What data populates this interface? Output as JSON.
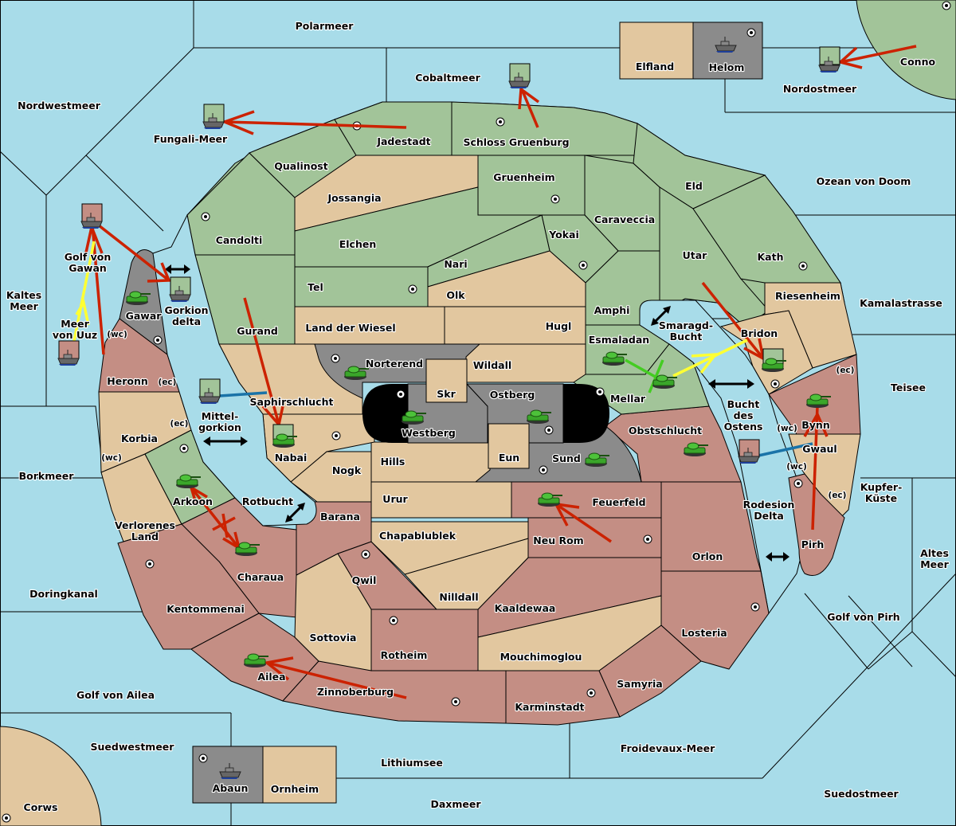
{
  "map_title": "Diplomacy variant map",
  "colors": {
    "sea": "#a8dce9",
    "power_green": "#a2c499",
    "power_red": "#c48e84",
    "neutral_tan": "#e2c79f",
    "impassable_gray": "#8b8b8b",
    "order_move": "#cc2200",
    "order_support": "#ffff33",
    "order_green": "#44cc22",
    "order_convoy": "#1a73a8"
  },
  "sea_regions": {
    "polarmeer": "Polarmeer",
    "cobaltmeer": "Cobaltmeer",
    "nordwestmeer": "Nordwestmeer",
    "fungali": "Fungali-Meer",
    "nordostmeer": "Nordostmeer",
    "ozean_doom": "Ozean von Doom",
    "golf_gawan_1": "Golf von",
    "golf_gawan_2": "Gawan",
    "kaltes_1": "Kaltes",
    "kaltes_2": "Meer",
    "uuz_1": "Meer",
    "uuz_2": "von Uuz",
    "gorkion_1": "Gorkion",
    "gorkion_2": "delta",
    "mittel_1": "Mittel-",
    "mittel_2": "gorkion",
    "rotbucht": "Rotbucht",
    "borkmeer": "Borkmeer",
    "doringkanal": "Doringkanal",
    "golf_ailea": "Golf von Ailea",
    "suedwestmeer": "Suedwestmeer",
    "lithiumsee": "Lithiumsee",
    "daxmeer": "Daxmeer",
    "froidevaux": "Froidevaux-Meer",
    "suedostmeer": "Suedostmeer",
    "golf_pirh": "Golf von Pirh",
    "altes_1": "Altes",
    "altes_2": "Meer",
    "kupfer_1": "Kupfer-",
    "kupfer_2": "Küste",
    "teisee": "Teisee",
    "kamalastrasse": "Kamalastrasse",
    "smaragd_1": "Smaragd-",
    "smaragd_2": "Bucht",
    "bucht_1": "Bucht",
    "bucht_2": "des",
    "bucht_3": "Ostens",
    "rodesion_1": "Rodesion",
    "rodesion_2": "Delta"
  },
  "land_regions": {
    "elfland": "Elfland",
    "helom": "Helom",
    "conno": "Conno",
    "jadestadt": "Jadestadt",
    "schloss": "Schloss Gruenburg",
    "qualinost": "Qualinost",
    "jossangia": "Jossangia",
    "gruenheim": "Gruenheim",
    "eld": "Eld",
    "caraveccia": "Caraveccia",
    "candolti": "Candolti",
    "elchen": "Elchen",
    "yokai": "Yokai",
    "nari": "Nari",
    "utar": "Utar",
    "kath": "Kath",
    "tel": "Tel",
    "olk": "Olk",
    "amphi": "Amphi",
    "riesenheim": "Riesenheim",
    "gawar": "Gawar",
    "gurand": "Gurand",
    "land_wiesel": "Land der Wiesel",
    "hugl": "Hugl",
    "esmaladan": "Esmaladan",
    "bridon": "Bridon",
    "heronn": "Heronn",
    "norterend": "Norterend",
    "wildall": "Wildall",
    "skr": "Skr",
    "ostberg": "Ostberg",
    "mellar": "Mellar",
    "saphir": "Saphirschlucht",
    "westberg": "Westberg",
    "korbia": "Korbia",
    "nabai": "Nabai",
    "hills": "Hills",
    "eun": "Eun",
    "sund": "Sund",
    "obstschlucht": "Obstschlucht",
    "bynn": "Bynn",
    "gwaul": "Gwaul",
    "nogk": "Nogk",
    "arkoon": "Arkoon",
    "urur": "Urur",
    "feuerfeld": "Feuerfeld",
    "verlorenes_1": "Verlorenes",
    "verlorenes_2": "Land",
    "barana": "Barana",
    "chapablublek": "Chapablublek",
    "neu_rom": "Neu Rom",
    "orlon": "Orlon",
    "pirh": "Pirh",
    "charaua": "Charaua",
    "qwil": "Qwil",
    "nilldall": "Nilldall",
    "kentommenai": "Kentommenai",
    "kaaldewaa": "Kaaldewaa",
    "losteria": "Losteria",
    "sottovia": "Sottovia",
    "rotheim": "Rotheim",
    "mouchimoglou": "Mouchimoglou",
    "ailea": "Ailea",
    "samyria": "Samyria",
    "zinnoberburg": "Zinnoberburg",
    "karminstadt": "Karminstadt",
    "abaun": "Abaun",
    "ornheim": "Ornheim",
    "corws": "Corws"
  },
  "coast_labels": {
    "wc": "(wc)",
    "ec": "(ec)"
  },
  "units": [
    {
      "type": "fleet",
      "power": "green",
      "location": "Fungali-Meer"
    },
    {
      "type": "fleet",
      "power": "green",
      "location": "Cobaltmeer"
    },
    {
      "type": "fleet",
      "power": "green",
      "location": "Nordostmeer"
    },
    {
      "type": "fleet",
      "power": "gray",
      "location": "Helom"
    },
    {
      "type": "fleet",
      "power": "red",
      "location": "Golf von Gawan"
    },
    {
      "type": "fleet",
      "power": "red",
      "location": "Meer von Uuz"
    },
    {
      "type": "fleet",
      "power": "green",
      "location": "Gorkion delta"
    },
    {
      "type": "fleet",
      "power": "green",
      "location": "Mittelgorkion"
    },
    {
      "type": "fleet",
      "power": "red",
      "location": "Bucht des Ostens"
    },
    {
      "type": "fleet",
      "power": "gray",
      "location": "Abaun"
    },
    {
      "type": "army",
      "power": "green",
      "location": "Gawar"
    },
    {
      "type": "army",
      "power": "green",
      "location": "Nabai"
    },
    {
      "type": "army",
      "power": "green",
      "location": "Norterend"
    },
    {
      "type": "army",
      "power": "green",
      "location": "Westberg"
    },
    {
      "type": "army",
      "power": "green",
      "location": "Ostberg"
    },
    {
      "type": "army",
      "power": "green",
      "location": "Sund"
    },
    {
      "type": "army",
      "power": "green",
      "location": "Esmaladan"
    },
    {
      "type": "army",
      "power": "green",
      "location": "Mellar"
    },
    {
      "type": "army",
      "power": "green",
      "location": "Bridon"
    },
    {
      "type": "army",
      "power": "green",
      "location": "Bynn"
    },
    {
      "type": "army",
      "power": "green",
      "location": "Obstschlucht"
    },
    {
      "type": "army",
      "power": "green",
      "location": "Arkoon"
    },
    {
      "type": "army",
      "power": "green",
      "location": "Charaua"
    },
    {
      "type": "army",
      "power": "green",
      "location": "Feuerfeld"
    },
    {
      "type": "army",
      "power": "green",
      "location": "Ailea"
    }
  ]
}
